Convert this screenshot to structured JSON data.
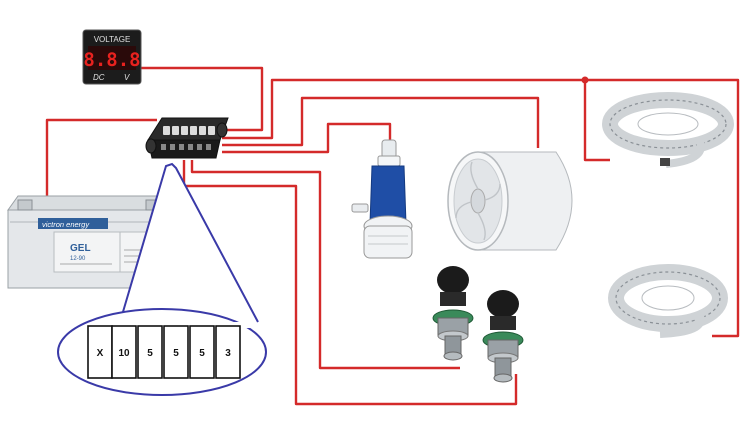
{
  "voltmeter": {
    "title": "VOLTAGE",
    "digits": "8.8.8",
    "unit_left": "DC",
    "unit_right": "V",
    "digit_color": "#e8221f"
  },
  "battery": {
    "brand": "victron energy",
    "type": "GEL",
    "model": "12-90"
  },
  "fuse_callout": {
    "values": [
      "X",
      "10",
      "5",
      "5",
      "5",
      "3"
    ]
  },
  "colors": {
    "wire": "#d42a2a",
    "callout": "#3a3aa8"
  },
  "icons": [
    "battery-icon",
    "voltmeter-icon",
    "fuse-box-icon",
    "water-pump-icon",
    "fan-icon",
    "socket-icon",
    "led-strip-icon"
  ]
}
